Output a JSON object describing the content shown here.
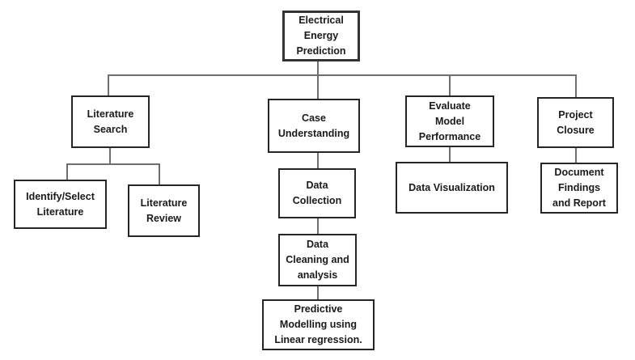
{
  "diagram": {
    "title": "Electrical Energy Prediction flowchart",
    "type": "flowchart",
    "colors": {
      "background": "#ffffff",
      "box_border": "#262626",
      "connector": "#6e6e6e",
      "text": "#1a1a1a"
    },
    "nodes": {
      "root": {
        "label": "Electrical\nEnergy\nPrediction"
      },
      "literature_search": {
        "label": "Literature\nSearch"
      },
      "case_understanding": {
        "label": "Case\nUnderstanding"
      },
      "evaluate_model_performance": {
        "label": "Evaluate\nModel\nPerformance"
      },
      "project_closure": {
        "label": "Project\nClosure"
      },
      "identify_select_literature": {
        "label": "Identify/Select\nLiterature"
      },
      "literature_review": {
        "label": "Literature\nReview"
      },
      "data_collection": {
        "label": "Data\nCollection"
      },
      "data_cleaning_analysis": {
        "label": "Data\nCleaning and\nanalysis"
      },
      "predictive_modelling": {
        "label": "Predictive\nModelling using\nLinear regression."
      },
      "data_visualization": {
        "label": "Data Visualization"
      },
      "document_findings_report": {
        "label": "Document\nFindings\nand Report"
      }
    },
    "edges": [
      {
        "from": "root",
        "to": "literature_search"
      },
      {
        "from": "root",
        "to": "case_understanding"
      },
      {
        "from": "root",
        "to": "evaluate_model_performance"
      },
      {
        "from": "root",
        "to": "project_closure"
      },
      {
        "from": "literature_search",
        "to": "identify_select_literature"
      },
      {
        "from": "literature_search",
        "to": "literature_review"
      },
      {
        "from": "case_understanding",
        "to": "data_collection"
      },
      {
        "from": "data_collection",
        "to": "data_cleaning_analysis"
      },
      {
        "from": "data_cleaning_analysis",
        "to": "predictive_modelling"
      },
      {
        "from": "evaluate_model_performance",
        "to": "data_visualization"
      },
      {
        "from": "project_closure",
        "to": "document_findings_report"
      }
    ]
  }
}
